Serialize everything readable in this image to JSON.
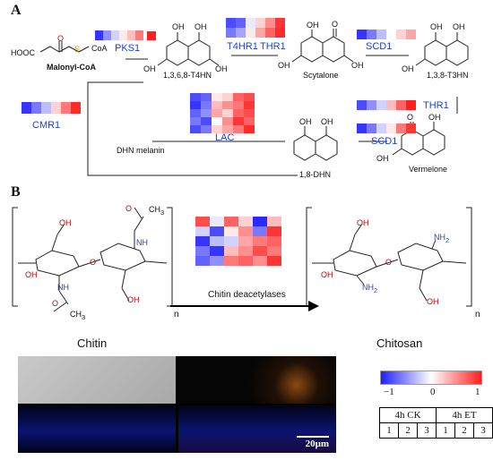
{
  "panels": {
    "a": "A",
    "b": "B"
  },
  "panel_a": {
    "compounds": {
      "malonyl": "Malonyl-CoA",
      "coa": "CoA",
      "hooc": "HOOC",
      "s": "S",
      "t4hn": "1,3,6,8-T4HN",
      "scytalone": "Scytalone",
      "t3hn": "1,3,8-T3HN",
      "vermelone": "Vermelone",
      "dhn": "1,8-DHN",
      "melanin": "DHN melanin"
    },
    "genes": {
      "pks1": "PKS1",
      "t4hr1": "T4HR1",
      "thr1_top": "THR1",
      "scd1_top": "SCD1",
      "thr1_right": "THR1",
      "scd1_right": "SCD1",
      "cmr1": "CMR1",
      "lac": "LAC"
    },
    "atoms": {
      "oh": "OH",
      "o": "O"
    }
  },
  "panel_b": {
    "chitin": "Chitin",
    "chitosan": "Chitosan",
    "enzyme": "Chitin deacetylases",
    "n": "n",
    "atoms": {
      "nh2": "NH",
      "nh": "NH",
      "oh": "OH",
      "o": "O",
      "ch3": "CH"
    }
  },
  "colorbar": {
    "min": "−1",
    "mid": "0",
    "max": "1",
    "low_color": "#1f1fff",
    "mid_color": "#ffffff",
    "high_color": "#ff1f1f"
  },
  "groups": {
    "labels": [
      "4h CK",
      "4h ET"
    ],
    "reps": [
      "1",
      "2",
      "3",
      "1",
      "2",
      "3"
    ]
  },
  "scale_bar": "20μm",
  "heatmaps": {
    "pks1": [
      [
        -0.9,
        -0.5,
        -0.2,
        0.1,
        0.3,
        0.6
      ]
    ],
    "t4hr1": [
      [
        -0.8,
        -0.7,
        -0.1,
        0.2,
        0.5,
        0.9
      ]
    ],
    "thr1_top": [
      [
        -0.6,
        -0.4,
        0.1,
        0.4,
        0.7,
        0.95
      ]
    ],
    "scd1_top": [
      [
        -0.9,
        -0.6,
        -0.3,
        0.0,
        0.2,
        0.4
      ]
    ],
    "thr1_right": [
      [
        -0.8,
        -0.5,
        -0.2,
        0.3,
        0.7,
        1.0
      ]
    ],
    "scd1_right": [
      [
        -0.9,
        -0.6,
        -0.2,
        0.1,
        0.6,
        0.9
      ]
    ],
    "cmr1": [
      [
        -0.9,
        -0.6,
        -0.3,
        0.2,
        0.6,
        0.95
      ]
    ],
    "lac": [
      [
        -0.8,
        -0.7,
        0.1,
        0.2,
        0.7,
        0.8
      ],
      [
        -0.9,
        -0.6,
        0.3,
        0.5,
        0.6,
        0.9
      ],
      [
        -0.7,
        -0.5,
        0.4,
        0.2,
        0.7,
        0.8
      ],
      [
        -0.6,
        -0.8,
        0.0,
        0.5,
        0.9,
        0.7
      ],
      [
        -0.8,
        -0.6,
        0.2,
        0.4,
        0.6,
        0.95
      ]
    ],
    "chitin_deacetylases": [
      [
        0.8,
        -0.1,
        0.7,
        0.2,
        -0.95,
        0.3
      ],
      [
        -0.2,
        -0.8,
        0.1,
        0.5,
        -0.6,
        0.9
      ],
      [
        -0.9,
        -0.3,
        -0.2,
        0.4,
        0.6,
        0.7
      ],
      [
        -0.6,
        -0.9,
        0.3,
        0.5,
        0.8,
        0.6
      ],
      [
        -0.7,
        -0.5,
        0.6,
        0.7,
        0.5,
        0.9
      ]
    ]
  }
}
